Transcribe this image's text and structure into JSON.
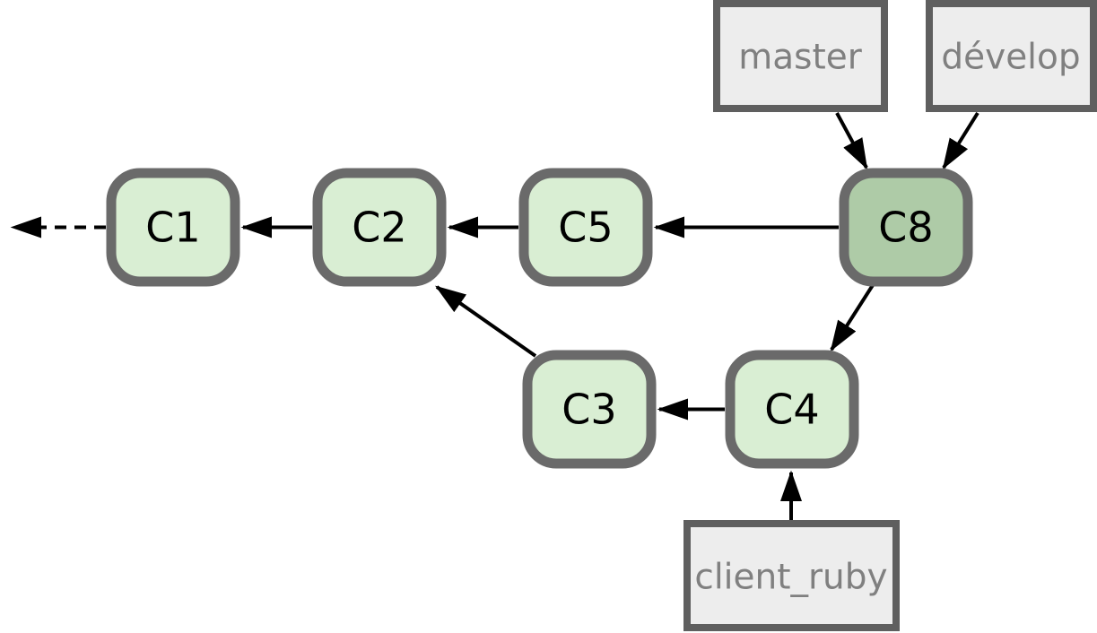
{
  "diagram": {
    "type": "git-commit-graph",
    "nodes": [
      {
        "id": "C1",
        "label": "C1",
        "role": "commit"
      },
      {
        "id": "C2",
        "label": "C2",
        "role": "commit"
      },
      {
        "id": "C5",
        "label": "C5",
        "role": "commit"
      },
      {
        "id": "C8",
        "label": "C8",
        "role": "commit-highlighted"
      },
      {
        "id": "C3",
        "label": "C3",
        "role": "commit"
      },
      {
        "id": "C4",
        "label": "C4",
        "role": "commit"
      }
    ],
    "branch_labels": [
      {
        "label": "master",
        "points_to": "C8"
      },
      {
        "label": "dévelop",
        "points_to": "C8"
      },
      {
        "label": "client_ruby",
        "points_to": "C4"
      }
    ],
    "edges": [
      {
        "from": "C1",
        "to": "earlier-history",
        "style": "dashed"
      },
      {
        "from": "C2",
        "to": "C1",
        "style": "solid"
      },
      {
        "from": "C5",
        "to": "C2",
        "style": "solid"
      },
      {
        "from": "C8",
        "to": "C5",
        "style": "solid"
      },
      {
        "from": "C3",
        "to": "C2",
        "style": "solid"
      },
      {
        "from": "C4",
        "to": "C3",
        "style": "solid"
      },
      {
        "from": "C8",
        "to": "C4",
        "style": "solid"
      },
      {
        "from": "master",
        "to": "C8",
        "style": "solid"
      },
      {
        "from": "dévelop",
        "to": "C8",
        "style": "solid"
      },
      {
        "from": "client_ruby",
        "to": "C4",
        "style": "solid"
      }
    ]
  },
  "colors": {
    "background": "#ffffff",
    "commit_fill": "#d9eed3",
    "commit_fill_highlight": "#aecba7",
    "node_border": "#6a6a6a",
    "node_text": "#000000",
    "label_fill": "#ededed",
    "label_border": "#5f5f5f",
    "label_text": "#808080",
    "edge": "#000000"
  }
}
